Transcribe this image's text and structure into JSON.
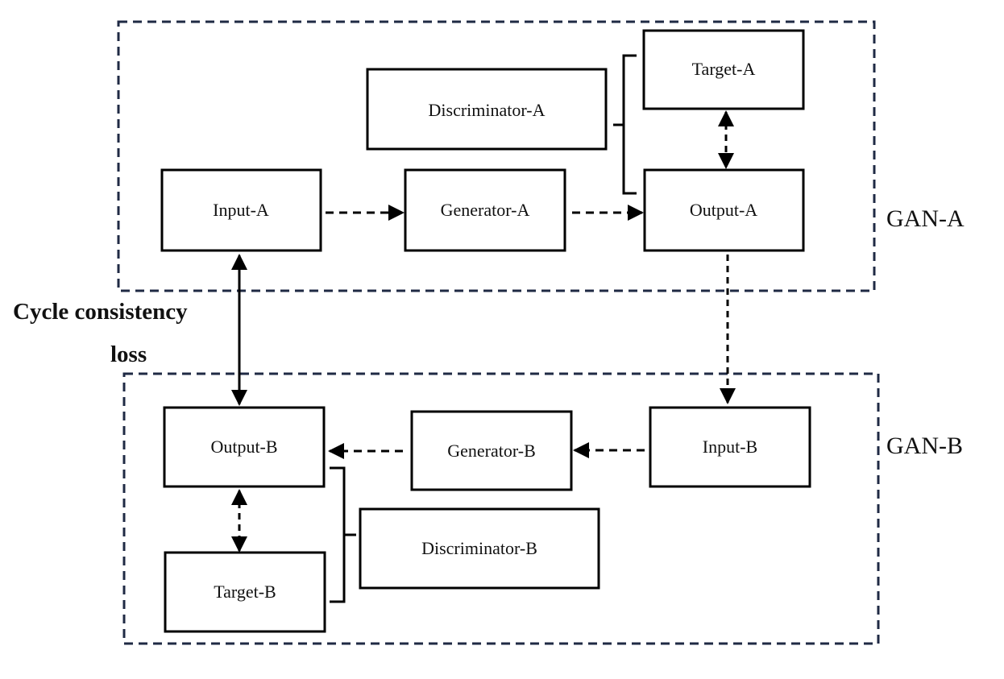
{
  "groups": {
    "gan_a": "GAN-A",
    "gan_b": "GAN-B"
  },
  "nodes": {
    "discriminator_a": "Discriminator-A",
    "target_a": "Target-A",
    "input_a": "Input-A",
    "generator_a": "Generator-A",
    "output_a": "Output-A",
    "output_b": "Output-B",
    "generator_b": "Generator-B",
    "input_b": "Input-B",
    "discriminator_b": "Discriminator-B",
    "target_b": "Target-B"
  },
  "cycle_loss": {
    "line1": "Cycle consistency",
    "line2": "loss"
  },
  "colors": {
    "group_border": "#1f2a44",
    "box_border": "#000000",
    "arrow": "#000000"
  }
}
